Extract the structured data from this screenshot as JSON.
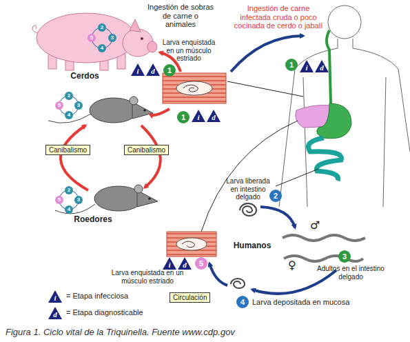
{
  "diagram": {
    "caption": "Figura 1. Ciclo vital de la Triquinella. Fuente www.cdp.gov",
    "nodes": [
      {
        "text": [
          "Canibalismo"
        ]
      },
      {
        "text": [
          "Canibalismo"
        ]
      },
      {
        "text": [
          "Circulación"
        ]
      }
    ],
    "labels": [
      "Ingestión de sobras de carne o animales",
      "Ingestión de carne infectada cruda o poco cocinada de cerdo o jabalí",
      "2",
      "3",
      "5",
      "4",
      "Larva enquistada en un músculo estriado",
      "i",
      "d",
      "1",
      "1",
      "i",
      "d",
      "Cerdos",
      "2",
      "5",
      "3",
      "4",
      "1",
      "i",
      "d",
      "Larva liberada en intestino delgado",
      "2",
      "2",
      "5",
      "3",
      "4",
      "Roedores",
      "♂",
      "Humanos",
      "i",
      "d",
      "5",
      "3",
      "Larva enquistada en un músculo estriado",
      "♀",
      "Adultos en el intestino delgado",
      "i",
      "4",
      "Larva depositada en mucosa",
      "d"
    ],
    "legend": [
      {
        "text": "= Etapa infecciosa"
      },
      {
        "text": "= Etapa diagnosticable"
      }
    ]
  }
}
